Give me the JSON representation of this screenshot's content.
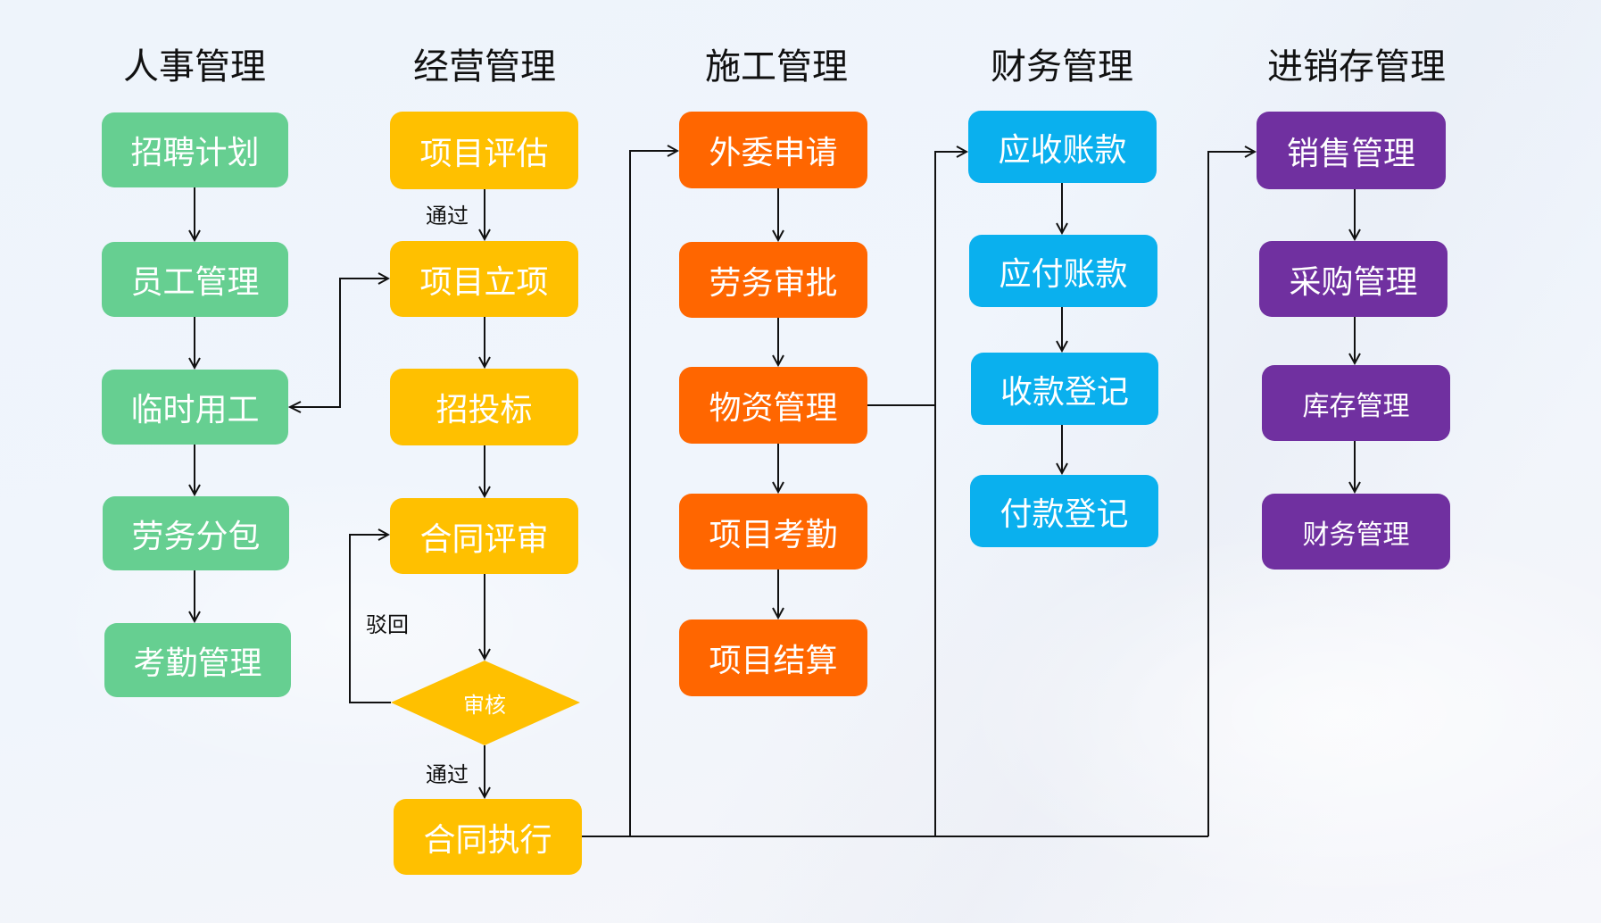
{
  "colors": {
    "hr": "#66CF91",
    "operations": "#FFC000",
    "construction": "#FF6600",
    "finance": "#0AB0EE",
    "inventory": "#7030A0",
    "connector": "#111111"
  },
  "columns": [
    {
      "id": "hr",
      "title": "人事管理",
      "nodes": [
        "招聘计划",
        "员工管理",
        "临时用工",
        "劳务分包",
        "考勤管理"
      ]
    },
    {
      "id": "operations",
      "title": "经营管理",
      "nodes": [
        "项目评估",
        "项目立项",
        "招投标",
        "合同评审",
        "合同执行"
      ],
      "decision": "审核"
    },
    {
      "id": "construction",
      "title": "施工管理",
      "nodes": [
        "外委申请",
        "劳务审批",
        "物资管理",
        "项目考勤",
        "项目结算"
      ]
    },
    {
      "id": "finance",
      "title": "财务管理",
      "nodes": [
        "应收账款",
        "应付账款",
        "收款登记",
        "付款登记"
      ]
    },
    {
      "id": "inventory",
      "title": "进销存管理",
      "nodes": [
        "销售管理",
        "采购管理",
        "库存管理",
        "财务管理"
      ]
    }
  ],
  "edge_labels": {
    "eval_pass": "通过",
    "reject": "驳回",
    "review_pass": "通过"
  },
  "edges": [
    {
      "from": "招聘计划",
      "to": "员工管理"
    },
    {
      "from": "员工管理",
      "to": "临时用工"
    },
    {
      "from": "临时用工",
      "to": "劳务分包"
    },
    {
      "from": "劳务分包",
      "to": "考勤管理"
    },
    {
      "from": "项目评估",
      "to": "项目立项",
      "label": "通过"
    },
    {
      "from": "项目立项",
      "to": "临时用工",
      "bidirectional": true
    },
    {
      "from": "项目立项",
      "to": "招投标"
    },
    {
      "from": "招投标",
      "to": "合同评审"
    },
    {
      "from": "合同评审",
      "to": "审核"
    },
    {
      "from": "审核",
      "to": "合同评审",
      "label": "驳回"
    },
    {
      "from": "审核",
      "to": "合同执行",
      "label": "通过"
    },
    {
      "from": "合同执行",
      "to": "外委申请"
    },
    {
      "from": "合同执行",
      "to": "应收账款"
    },
    {
      "from": "合同执行",
      "to": "销售管理"
    },
    {
      "from": "物资管理",
      "to": "应收账款"
    },
    {
      "from": "外委申请",
      "to": "劳务审批"
    },
    {
      "from": "劳务审批",
      "to": "物资管理"
    },
    {
      "from": "物资管理",
      "to": "项目考勤"
    },
    {
      "from": "项目考勤",
      "to": "项目结算"
    },
    {
      "from": "应收账款",
      "to": "应付账款"
    },
    {
      "from": "应付账款",
      "to": "收款登记"
    },
    {
      "from": "收款登记",
      "to": "付款登记"
    },
    {
      "from": "销售管理",
      "to": "采购管理"
    },
    {
      "from": "采购管理",
      "to": "库存管理"
    },
    {
      "from": "库存管理",
      "to": "财务管理"
    }
  ]
}
